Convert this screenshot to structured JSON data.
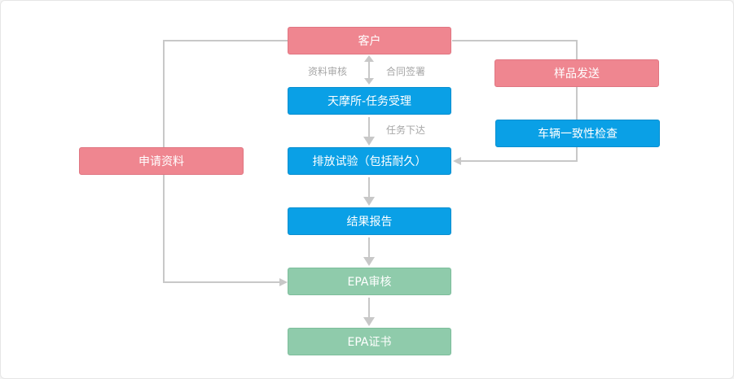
{
  "nodes": {
    "customer": "客户",
    "tianmo": "天摩所-任务受理",
    "emission_test": "排放试验（包括耐久）",
    "result_report": "结果报告",
    "epa_review": "EPA审核",
    "epa_certificate": "EPA证书",
    "apply_documents": "申请资料",
    "sample_delivery": "样品发送",
    "vehicle_check": "车辆一致性检查"
  },
  "labels": {
    "doc_review": "资料审核",
    "contract_sign": "合同签署",
    "task_issue": "任务下达"
  },
  "colors": {
    "pink": "#ef8690",
    "blue": "#0aa0e6",
    "green": "#8fcbab",
    "connector": "#c8c8c8"
  }
}
